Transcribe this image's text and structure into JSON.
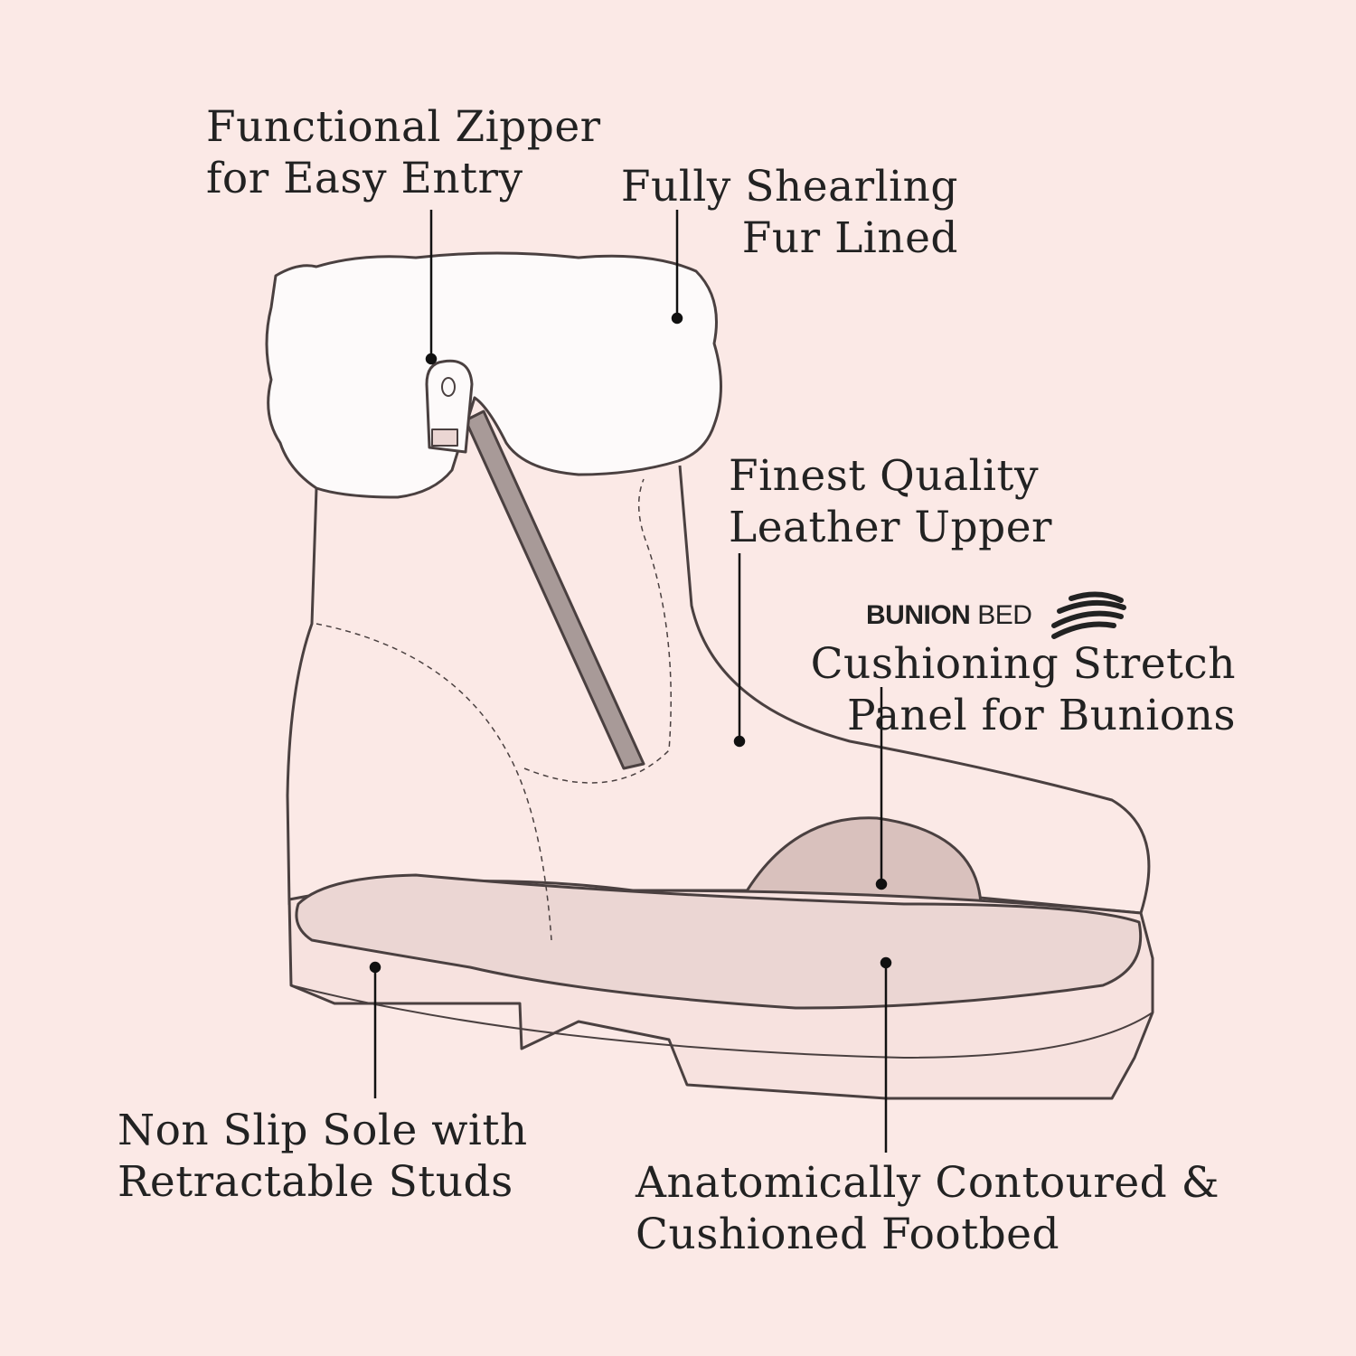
{
  "callouts": {
    "zipper": [
      "Functional Zipper",
      "for Easy Entry"
    ],
    "fur": [
      "Fully Shearling",
      "Fur Lined"
    ],
    "leather": [
      "Finest Quality",
      "Leather Upper"
    ],
    "bunion": [
      "Cushioning Stretch",
      "Panel for Bunions"
    ],
    "sole": [
      "Non Slip Sole with",
      "Retractable Studs"
    ],
    "footbed": [
      "Anatomically Contoured &",
      "Cushioned Footbed"
    ]
  },
  "logo": {
    "bold": "BUNION",
    "regular": "BED"
  },
  "colors": {
    "background": "#fbe9e6",
    "outline": "#4a4040",
    "fur": "#fdfafa",
    "insole": "#e9d3d0",
    "panel": "#d9c1bd"
  }
}
